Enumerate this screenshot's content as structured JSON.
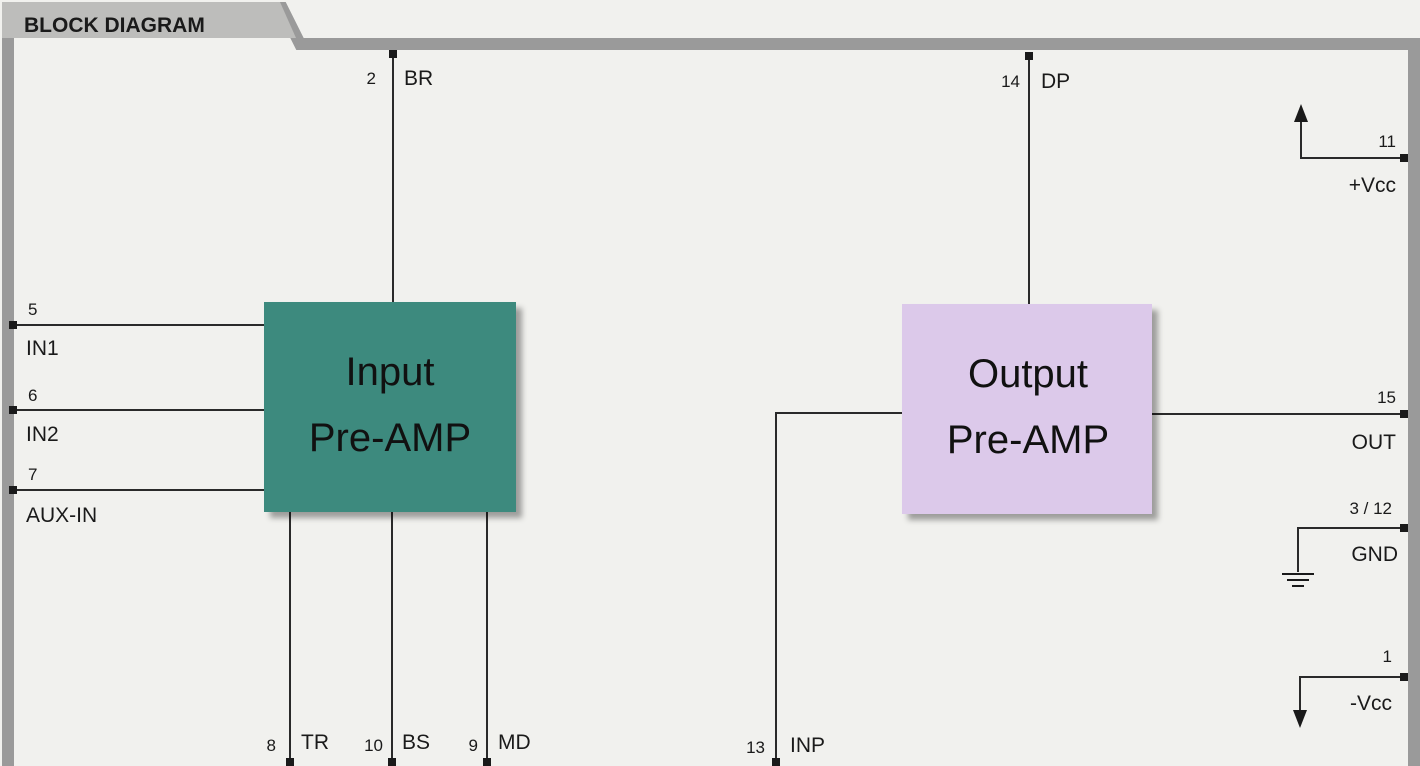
{
  "title": "BLOCK DIAGRAM",
  "colors": {
    "input_block": "#3c8a7e",
    "output_block": "#dcc9ea",
    "frame": "#9a9a9a",
    "background": "#f1f1ee"
  },
  "blocks": {
    "input": {
      "line1": "Input",
      "line2": "Pre-AMP"
    },
    "output": {
      "line1": "Output",
      "line2": "Pre-AMP"
    }
  },
  "pins": {
    "br": {
      "num": "2",
      "name": "BR"
    },
    "dp": {
      "num": "14",
      "name": "DP"
    },
    "vcc_pos": {
      "num": "11",
      "name": "+Vcc"
    },
    "in1": {
      "num": "5",
      "name": "IN1"
    },
    "in2": {
      "num": "6",
      "name": "IN2"
    },
    "aux_in": {
      "num": "7",
      "name": "AUX-IN"
    },
    "out": {
      "num": "15",
      "name": "OUT"
    },
    "gnd": {
      "num": "3 / 12",
      "name": "GND"
    },
    "vcc_neg": {
      "num": "1",
      "name": "-Vcc"
    },
    "tr": {
      "num": "8",
      "name": "TR"
    },
    "bs": {
      "num": "10",
      "name": "BS"
    },
    "md": {
      "num": "9",
      "name": "MD"
    },
    "inp": {
      "num": "13",
      "name": "INP"
    }
  }
}
